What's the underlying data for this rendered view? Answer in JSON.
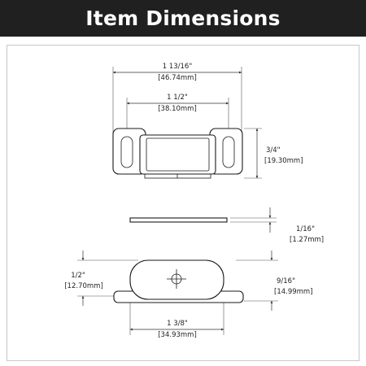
{
  "header": {
    "title": "Item Dimensions"
  },
  "dimensions": {
    "overall_width": {
      "imperial": "1 13/16\"",
      "metric": "[46.74mm]"
    },
    "inner_width": {
      "imperial": "1 1/2\"",
      "metric": "[38.10mm]"
    },
    "height": {
      "imperial": "3/4\"",
      "metric": "[19.30mm]"
    },
    "thickness": {
      "imperial": "1/16\"",
      "metric": "[1.27mm]"
    },
    "side_height_left": {
      "imperial": "1/2\"",
      "metric": "[12.70mm]"
    },
    "side_height_right": {
      "imperial": "9/16\"",
      "metric": "[14.99mm]"
    },
    "base_width": {
      "imperial": "1 3/8\"",
      "metric": "[34.93mm]"
    }
  }
}
